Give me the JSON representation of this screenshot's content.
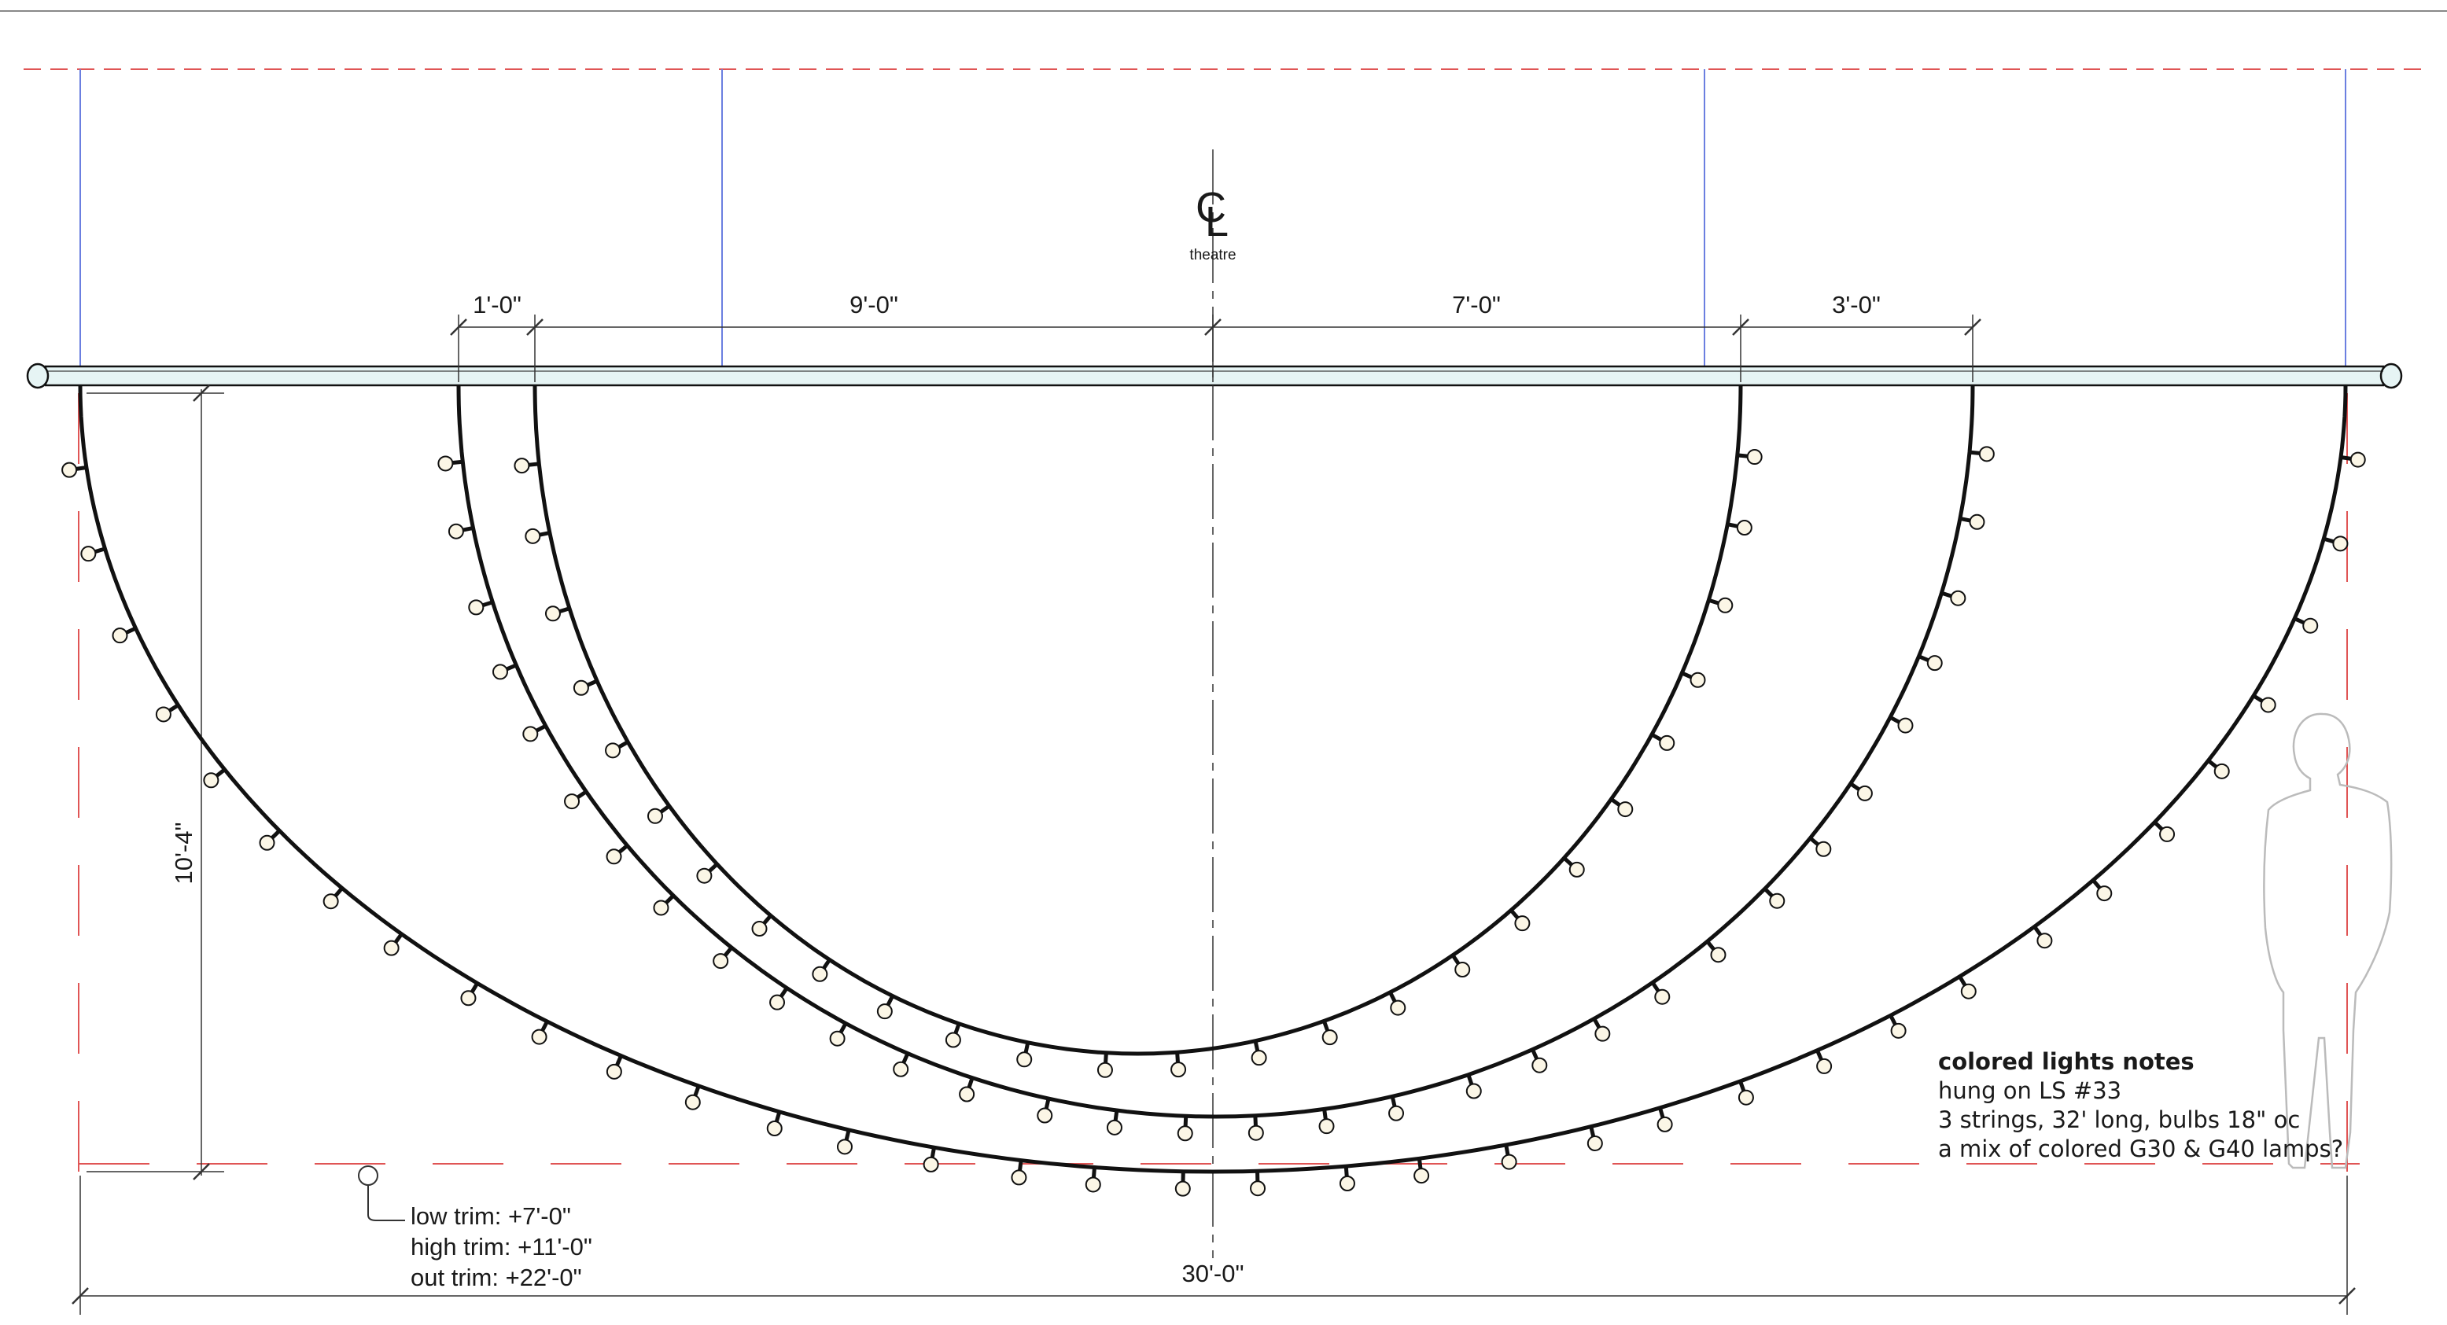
{
  "centerline": {
    "symbol": "C",
    "symbol_sub": "L",
    "label": "theatre"
  },
  "dimensions": {
    "d1": "1'-0\"",
    "d2": "9'-0\"",
    "d3": "7'-0\"",
    "d4": "3'-0\"",
    "height": "10'-4\"",
    "width": "30'-0\""
  },
  "trim_notes": [
    "low trim: +7'-0\"",
    "high trim: +11'-0\"",
    "out trim: +22'-0\""
  ],
  "notes": {
    "heading": "colored lights notes",
    "lines": [
      "hung on LS #33",
      "3 strings, 32' long, bulbs 18\" oc",
      "a mix of colored G30 & G40 lamps?"
    ]
  },
  "colors": {
    "pipe_fill": "#e6f4f4",
    "guide_red": "#e05555",
    "guide_blue": "#6b7fe0",
    "ink": "#111111",
    "bulb_fill": "#fbf6e6"
  }
}
